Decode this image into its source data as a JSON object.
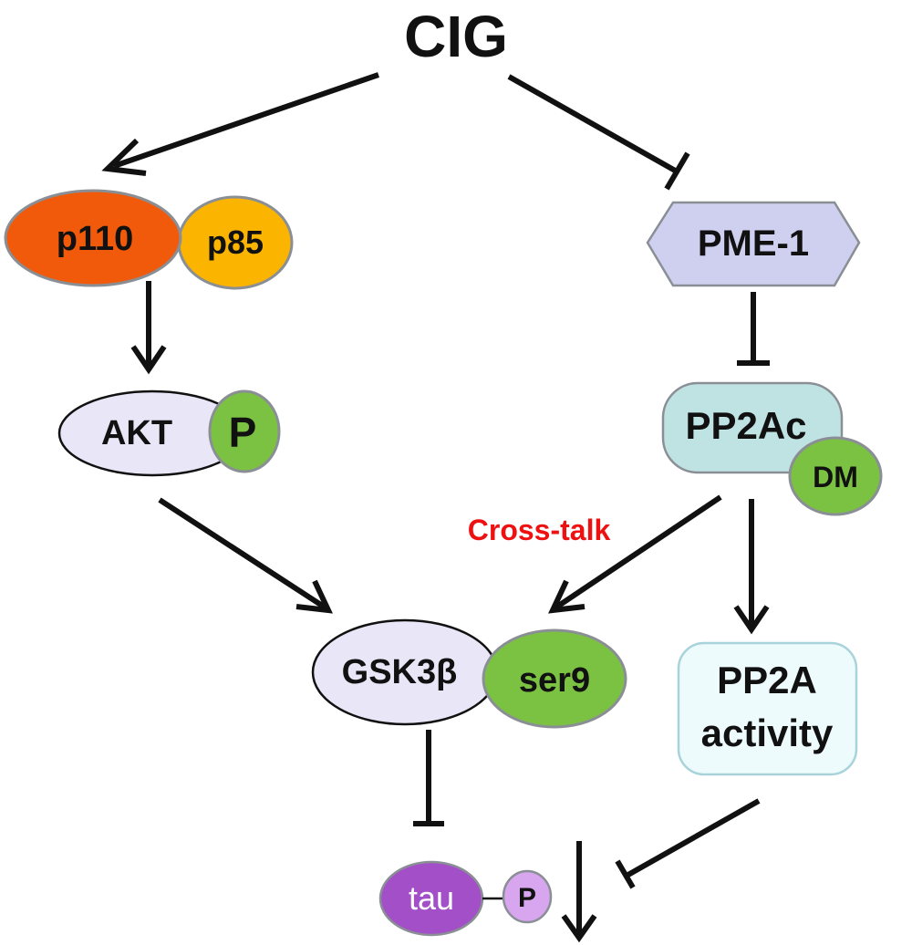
{
  "title": "CIG",
  "nodes": {
    "p110": "p110",
    "p85": "p85",
    "akt": "AKT",
    "akt_phospho": "P",
    "pme1": "PME-1",
    "pp2ac": "PP2Ac",
    "dm": "DM",
    "gsk3b": "GSK3β",
    "ser9": "ser9",
    "pp2a_activity_line1": "PP2A",
    "pp2a_activity_line2": "activity",
    "tau": "tau",
    "tau_phospho": "P"
  },
  "annotation": "Cross-talk",
  "colors": {
    "p110": "#f05a0a",
    "p85": "#fbb400",
    "green": "#7cc242",
    "lavender": "#e9e7f7",
    "pme1": "#cfcfef",
    "pp2ac": "#bfe2e2",
    "pp2a_activity": "#eefbfd",
    "tau": "#a34fc8",
    "tau_phospho": "#d7a6ee",
    "crosstalk": "#ee1111"
  }
}
